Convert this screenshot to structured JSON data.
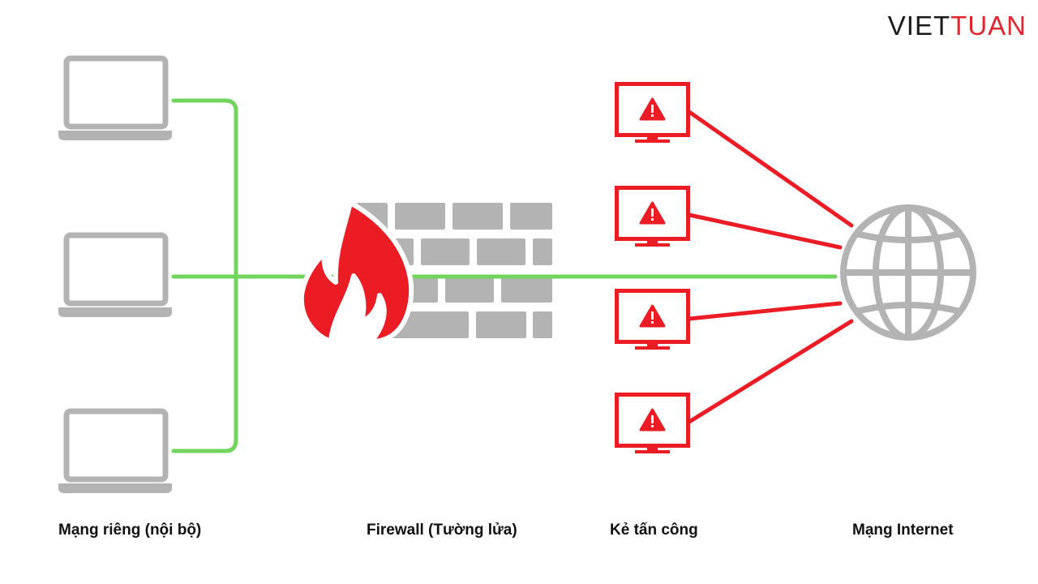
{
  "brand": {
    "part1": "VIET",
    "part2": "TUAN"
  },
  "labels": {
    "private_network": "Mạng riêng (nội bộ)",
    "firewall": "Firewall (Tường lửa)",
    "attacker": "Kẻ tấn công",
    "internet": "Mạng Internet"
  },
  "colors": {
    "safe_link": "#72d45c",
    "attack": "#ec1c24",
    "device_gray": "#b3b3b3",
    "brick_gray": "#b3b3b3",
    "text": "#111111"
  },
  "icons": {
    "private_devices": [
      "laptop-icon",
      "laptop-icon",
      "laptop-icon"
    ],
    "firewall": [
      "fire-icon",
      "brick-wall-icon"
    ],
    "attackers": [
      "warning-monitor-icon",
      "warning-monitor-icon",
      "warning-monitor-icon",
      "warning-monitor-icon"
    ],
    "internet": "globe-icon"
  }
}
